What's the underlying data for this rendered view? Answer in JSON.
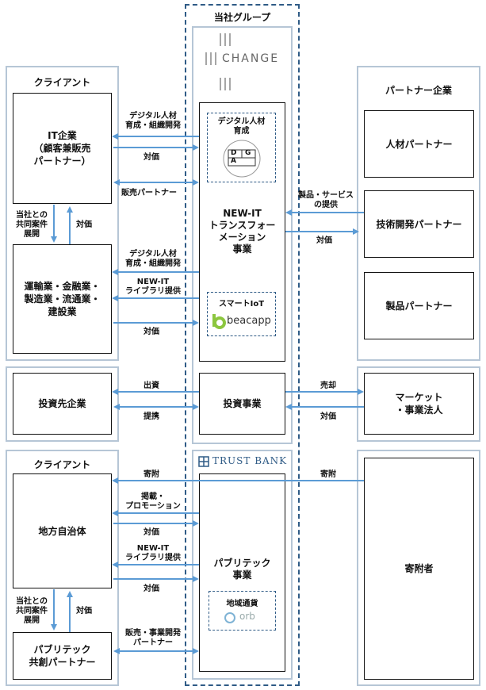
{
  "group": {
    "title": "当社グループ",
    "change_logo": "CHANGE",
    "trustbank_logo": "TRUST BANK"
  },
  "clients_top": {
    "title": "クライアント",
    "it_company": "IT企業\n（顧客兼販売\nパートナー）",
    "industry": "運輸業・金融業・\n製造業・流通業・\n建設業",
    "joint_label": "当社との\n共同案件\n展開",
    "fee_label": "対価"
  },
  "partners": {
    "title": "パートナー企業",
    "hr": "人材パートナー",
    "tech": "技術開発パートナー",
    "product": "製品パートナー"
  },
  "newit": {
    "title": "NEW-IT\nトランスフォー\nメーション\n事業",
    "dga_label": "デジタル人材\n育成",
    "dga_letters": [
      "D",
      "G",
      "A"
    ],
    "iot_label": "スマートIoT",
    "beacapp": "beacapp"
  },
  "investment": {
    "investee": "投資先企業",
    "business": "投資事業",
    "market": "マーケット\n・事業法人"
  },
  "clients_bottom": {
    "title": "クライアント",
    "local_gov": "地方自治体",
    "public_partner": "パブリテック\n共創パートナー",
    "joint_label": "当社との\n共同案件\n展開",
    "fee_label": "対価"
  },
  "publitech": {
    "title": "パブリテック\n事業",
    "currency_label": "地域通貨",
    "orb": "orb"
  },
  "donor": {
    "title": "寄附者"
  },
  "flow_labels": {
    "dig_hr_1": "デジタル人材\n育成・組織開発",
    "fee_1": "対価",
    "sales_partner": "販売パートナー",
    "product_service": "製品・サービス\nの提供",
    "fee_2": "対価",
    "dig_hr_2": "デジタル人材\n育成・組織開発",
    "library_1": "NEW-IT\nライブラリ提供",
    "fee_3": "対価",
    "investment": "出資",
    "partnership": "提携",
    "sale": "売却",
    "fee_4": "対価",
    "donation_1": "寄附",
    "donation_2": "寄附",
    "promotion": "掲載・\nプロモーション",
    "fee_5": "対価",
    "library_2": "NEW-IT\nライブラリ提供",
    "fee_6": "対価",
    "sales_dev": "販売・事業開発\nパートナー"
  },
  "colors": {
    "arrow": "#5b9bd5",
    "group_border": "#b6c6d6",
    "dashed": "#2f5b86"
  }
}
